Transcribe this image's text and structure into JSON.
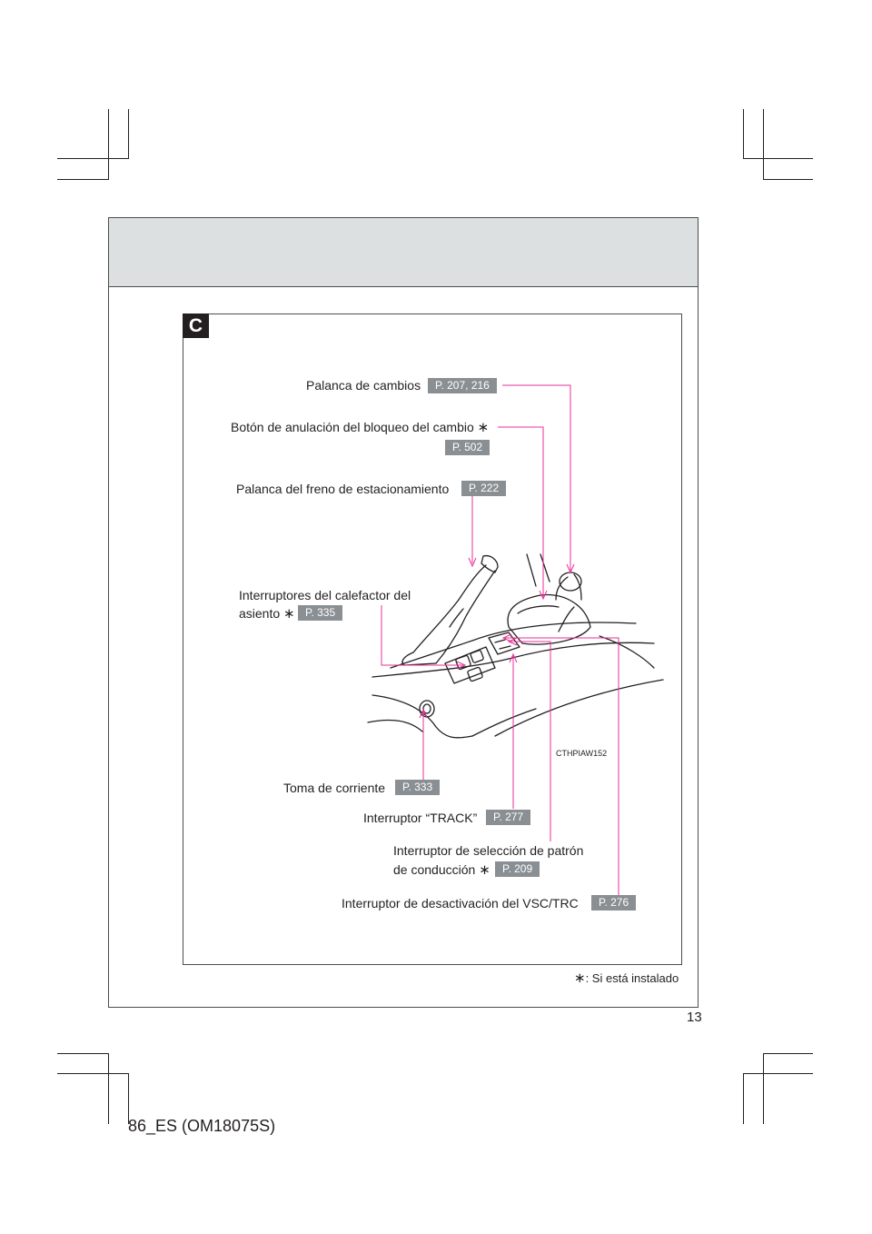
{
  "section_letter": "C",
  "callouts": {
    "shift_lever": {
      "label": "Palanca de cambios",
      "ref": "P. 207, 216"
    },
    "shift_lock_release": {
      "label": "Botón de anulación del bloqueo del cambio",
      "star": "∗",
      "ref": "P. 502"
    },
    "parking_brake": {
      "label": "Palanca del freno de estacionamiento",
      "ref": "P. 222"
    },
    "seat_heater": {
      "label_line1": "Interruptores del calefactor del",
      "label_line2": "asiento",
      "star": "∗",
      "ref": "P. 335"
    },
    "power_outlet": {
      "label": "Toma de corriente",
      "ref": "P. 333"
    },
    "track_switch": {
      "label": "Interruptor “TRACK”",
      "ref": "P. 277"
    },
    "drive_mode": {
      "label_line1": "Interruptor de selección de patrón",
      "label_line2": "de conducción",
      "star": "∗",
      "ref": "P. 209"
    },
    "vsc_trc_off": {
      "label": "Interruptor de desactivación del VSC/TRC",
      "ref": "P. 276"
    }
  },
  "image_code": "CTHPIAW152",
  "footnote": {
    "star": "∗",
    "text": ": Si está instalado"
  },
  "page_number": "13",
  "document_code": "86_ES (OM18075S)",
  "colors": {
    "leader_line": "#e8309a",
    "ref_badge": "#8a8f93",
    "header_band": "#dde0e0"
  }
}
